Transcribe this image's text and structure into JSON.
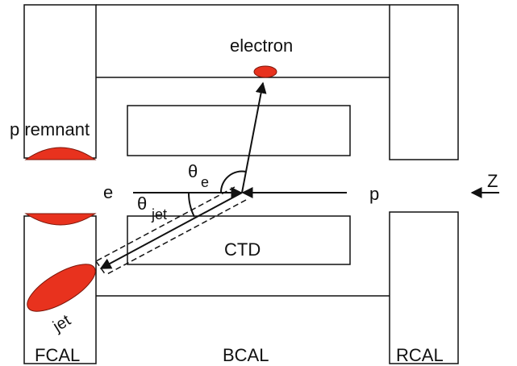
{
  "labels": {
    "electron": "electron",
    "p_remnant": "p remnant",
    "e": "e",
    "p": "p",
    "z": "Z",
    "theta": "θ",
    "theta_e_sub": "e",
    "theta_jet_sub": "jet",
    "ctd": "CTD",
    "jet": "jet",
    "fcal": "FCAL",
    "bcal": "BCAL",
    "rcal": "RCAL"
  },
  "colors": {
    "line": "#111111",
    "deposit": "#e8321e",
    "deposit_outline": "#7a1408",
    "background": "#ffffff"
  }
}
